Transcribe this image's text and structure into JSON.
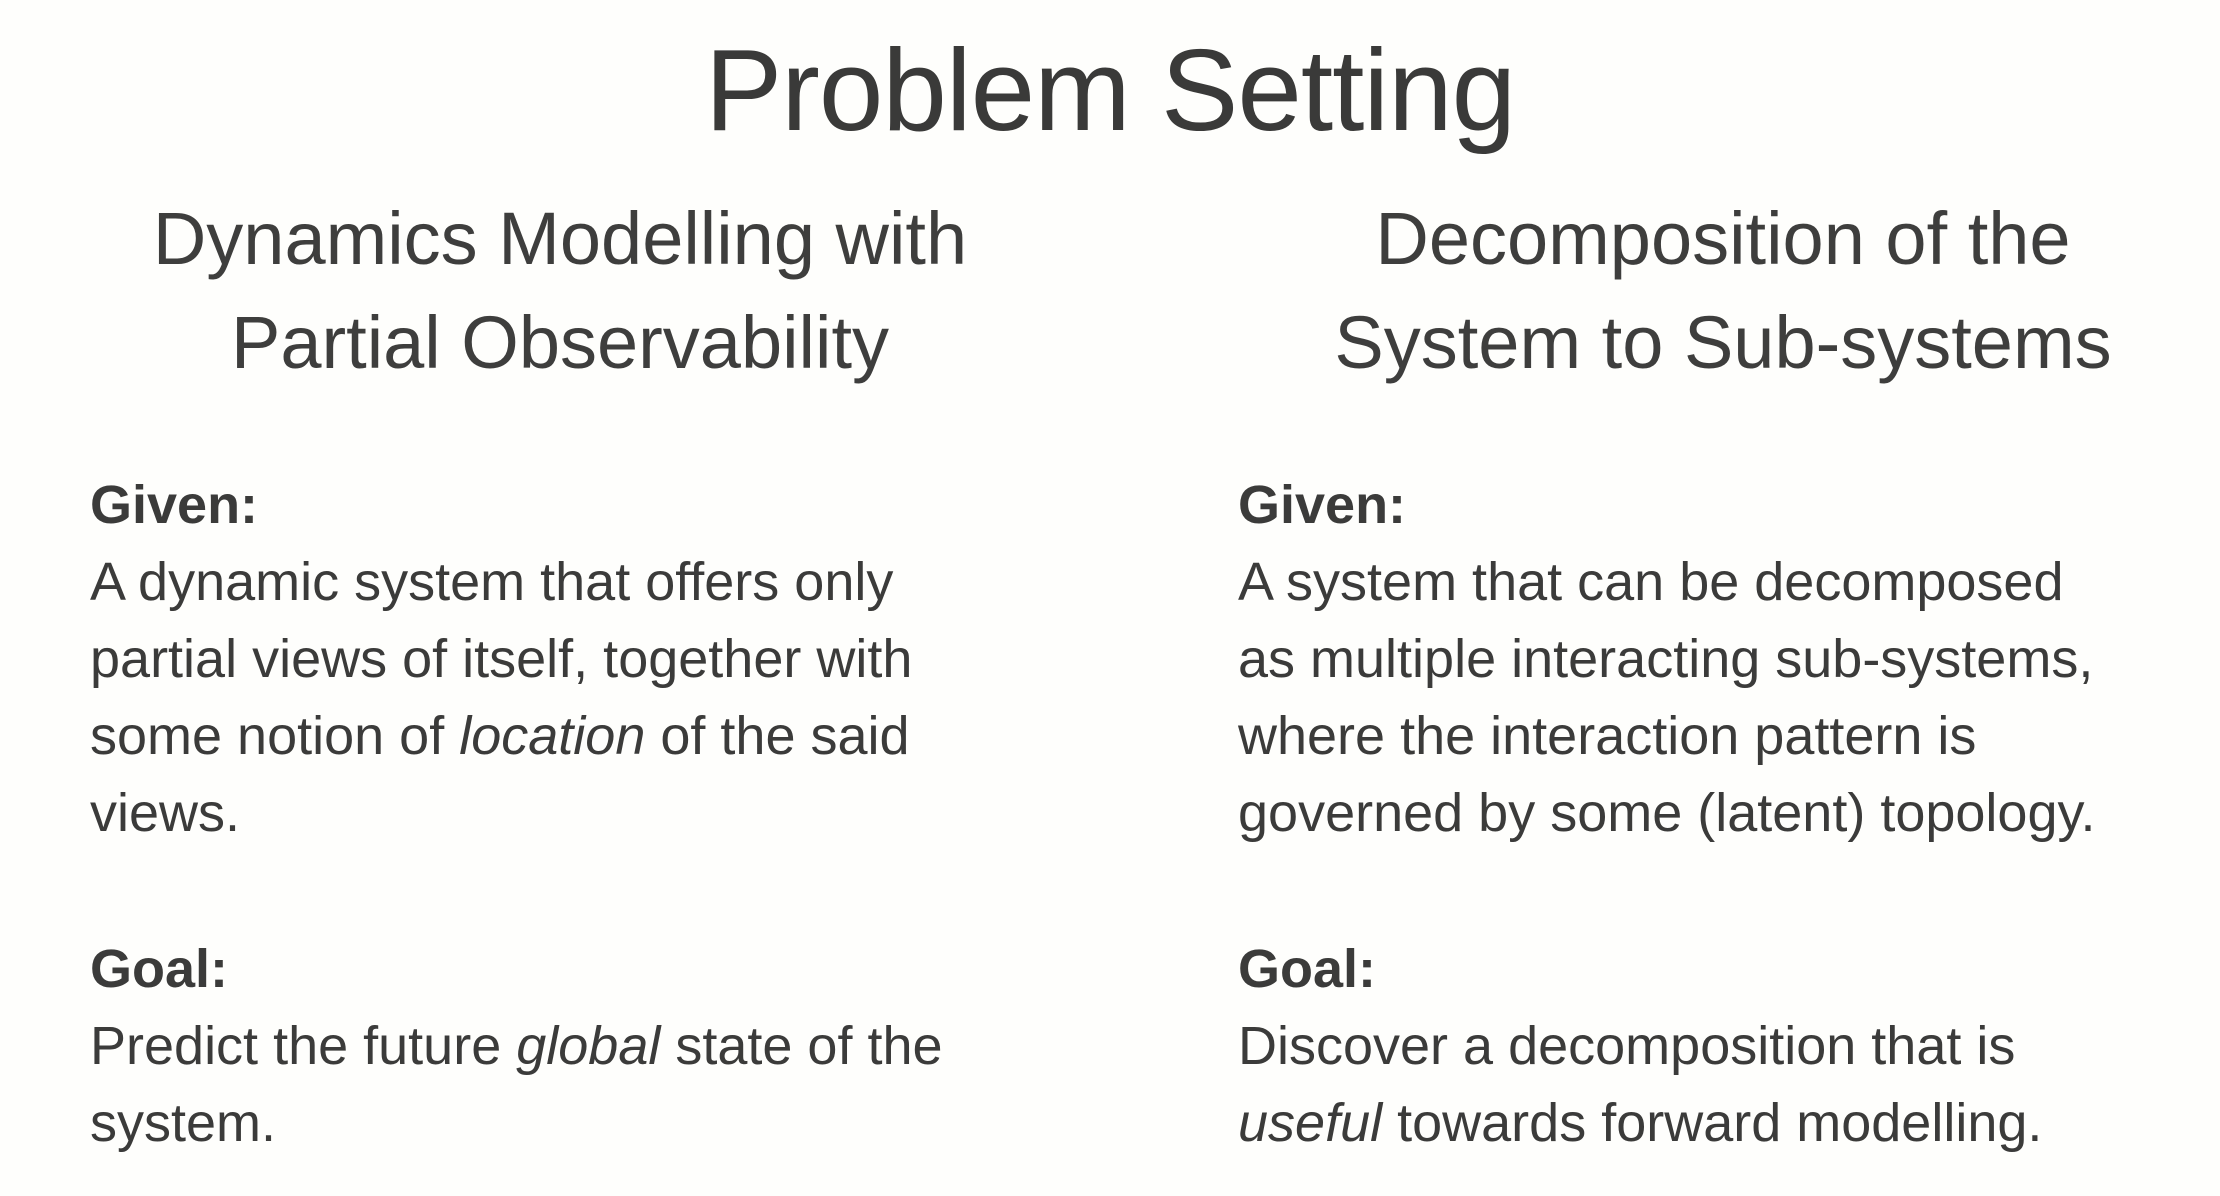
{
  "title": "Problem Setting",
  "left": {
    "heading_line1": "Dynamics Modelling with",
    "heading_line2": "Partial Observability",
    "given_label": "Given:",
    "given_lines": [
      "A dynamic system that offers only",
      "partial views of itself, together with"
    ],
    "given_line3_pre": "some notion of ",
    "given_line3_em": "location",
    "given_line3_post": " of the said",
    "given_line4": "views.",
    "goal_label": "Goal:",
    "goal_line1_pre": "Predict the future ",
    "goal_line1_em": "global",
    "goal_line1_post": " state of the",
    "goal_line2": "system."
  },
  "right": {
    "heading_line1": "Decomposition of the",
    "heading_line2": "System to Sub-systems",
    "given_label": "Given:",
    "given_lines": [
      "A system that can be decomposed",
      "as multiple interacting sub-systems,",
      "where the interaction pattern is",
      "governed by some (latent) topology."
    ],
    "goal_label": "Goal:",
    "goal_line1": "Discover a decomposition that is",
    "goal_line2_em": "useful",
    "goal_line2_post": " towards forward modelling."
  }
}
